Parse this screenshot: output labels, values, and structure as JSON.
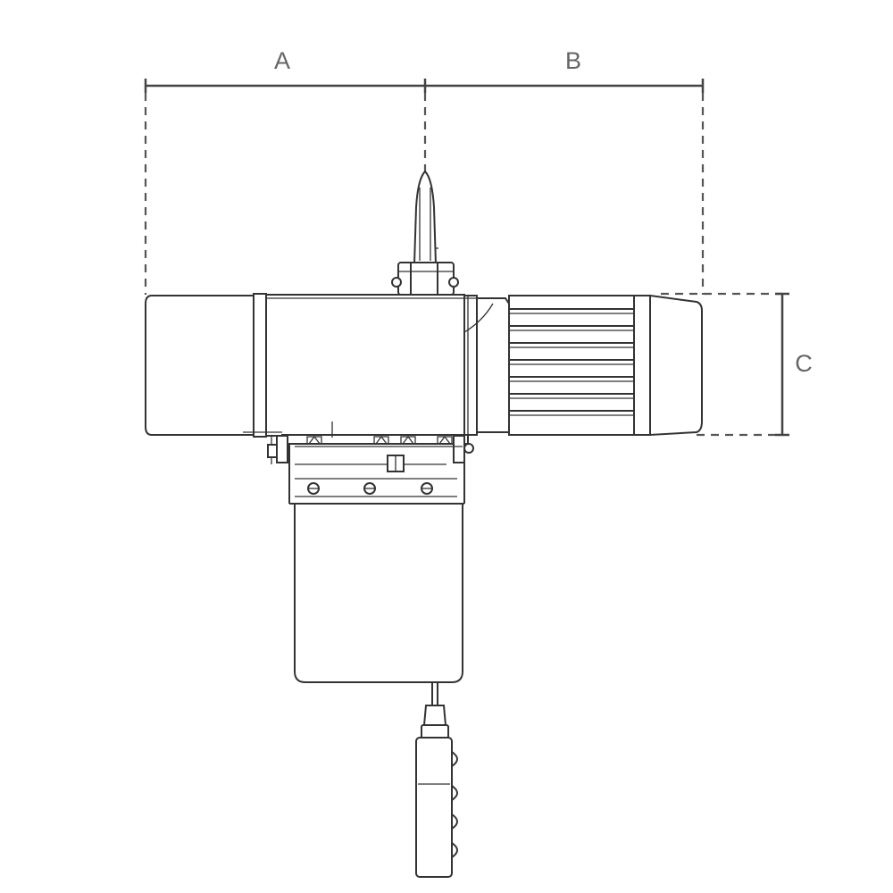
{
  "dimensions": {
    "a_label": "A",
    "b_label": "B",
    "c_label": "C"
  },
  "colors": {
    "line": "#333333",
    "dimension": "#444444",
    "label": "#666666",
    "background": "#ffffff"
  }
}
